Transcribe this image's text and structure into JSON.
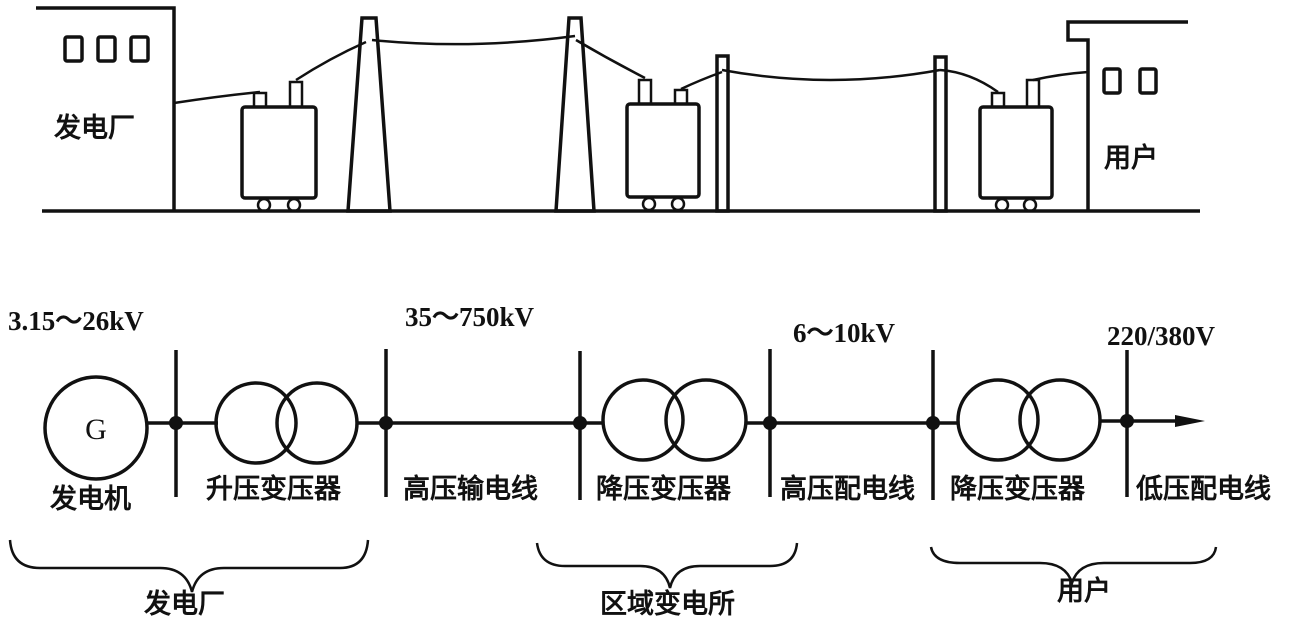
{
  "picture": {
    "plant_label": "发电厂",
    "user_label": "用户"
  },
  "voltages": {
    "generator": "3.15～26kV",
    "transmission": "35～750kV",
    "distribution": "6～10kV",
    "low": "220/380V"
  },
  "components": {
    "generator_symbol": "G",
    "generator": "发电机",
    "step_up": "升压变压器",
    "hv_line": "高压输电线",
    "step_down_1": "降压变压器",
    "hv_distribution": "高压配电线",
    "step_down_2": "降压变压器",
    "lv_distribution": "低压配电线"
  },
  "groups": {
    "plant": "发电厂",
    "substation": "区域变电所",
    "user": "用户"
  }
}
